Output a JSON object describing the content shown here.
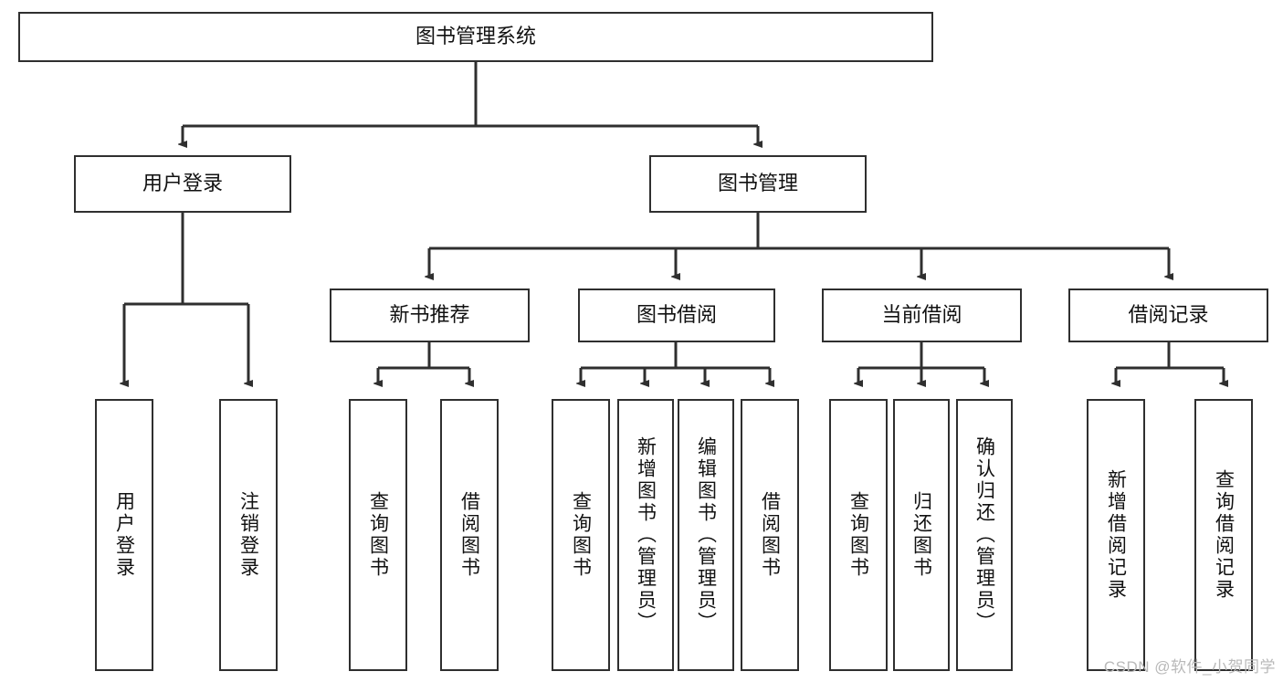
{
  "diagram": {
    "title": "图书管理系统",
    "type": "tree-hierarchy",
    "root": {
      "label": "图书管理系统"
    },
    "level2": [
      {
        "label": "用户登录"
      },
      {
        "label": "图书管理"
      }
    ],
    "level3": [
      {
        "label": "新书推荐"
      },
      {
        "label": "图书借阅"
      },
      {
        "label": "当前借阅"
      },
      {
        "label": "借阅记录"
      }
    ],
    "leaves": {
      "user_login": [
        {
          "label": "用户登录"
        },
        {
          "label": "注销登录"
        }
      ],
      "new_book_recommend": [
        {
          "label": "查询图书"
        },
        {
          "label": "借阅图书"
        }
      ],
      "book_borrow": [
        {
          "label": "查询图书"
        },
        {
          "label": "新增图书（管理员）"
        },
        {
          "label": "编辑图书（管理员）"
        },
        {
          "label": "借阅图书"
        }
      ],
      "current_borrow": [
        {
          "label": "查询图书"
        },
        {
          "label": "归还图书"
        },
        {
          "label": "确认归还（管理员）"
        }
      ],
      "borrow_record": [
        {
          "label": "新增借阅记录"
        },
        {
          "label": "查询借阅记录"
        }
      ]
    }
  },
  "watermark": {
    "text": "CSDN @软件_小贺同学"
  },
  "colors": {
    "stroke": "#2f2f2f",
    "fill": "#ffffff",
    "text": "#111111",
    "watermark": "#b9b9b9"
  }
}
